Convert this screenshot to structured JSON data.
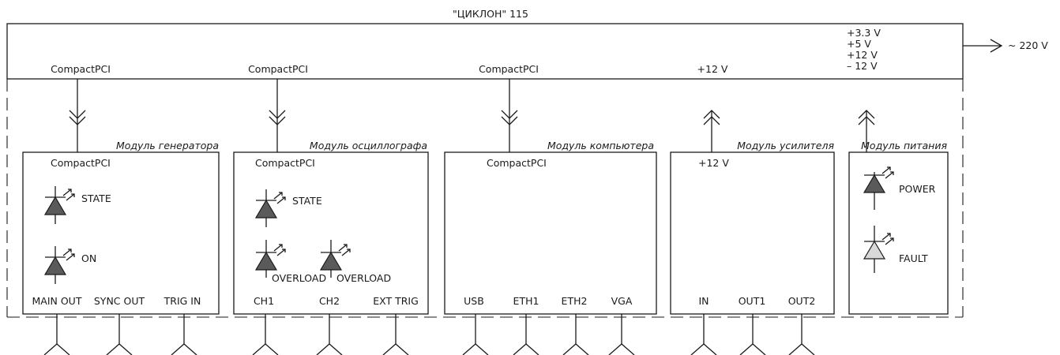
{
  "title": "\"ЦИКЛОН\" 115",
  "power_input": "~ 220 V",
  "supply_rails": [
    "+3.3 V",
    "+5 V",
    "+12 V",
    "– 12 V"
  ],
  "bus_labels": {
    "generator": "CompactPCI",
    "oscilloscope": "CompactPCI",
    "computer": "CompactPCI",
    "amplifier": "+12 V"
  },
  "modules": {
    "generator": {
      "name": "Модуль генератора",
      "bus": "CompactPCI",
      "leds": [
        {
          "label": "STATE",
          "state": "dark"
        },
        {
          "label": "ON",
          "state": "dark"
        }
      ],
      "ports": [
        "MAIN OUT",
        "SYNC OUT",
        "TRIG IN"
      ]
    },
    "oscilloscope": {
      "name": "Модуль осциллографа",
      "bus": "CompactPCI",
      "leds": [
        {
          "label": "STATE",
          "state": "dark"
        },
        {
          "label": "OVERLOAD",
          "state": "dark"
        },
        {
          "label": "OVERLOAD",
          "state": "dark"
        }
      ],
      "ports": [
        "CH1",
        "CH2",
        "EXT TRIG"
      ]
    },
    "computer": {
      "name": "Модуль компьютера",
      "bus": "CompactPCI",
      "ports": [
        "USB",
        "ETH1",
        "ETH2",
        "VGA"
      ]
    },
    "amplifier": {
      "name": "Модуль усилителя",
      "bus": "+12 V",
      "ports": [
        "IN",
        "OUT1",
        "OUT2"
      ]
    },
    "power": {
      "name": "Модуль питания",
      "leds": [
        {
          "label": "POWER",
          "state": "dark"
        },
        {
          "label": "FAULT",
          "state": "light"
        }
      ]
    }
  }
}
